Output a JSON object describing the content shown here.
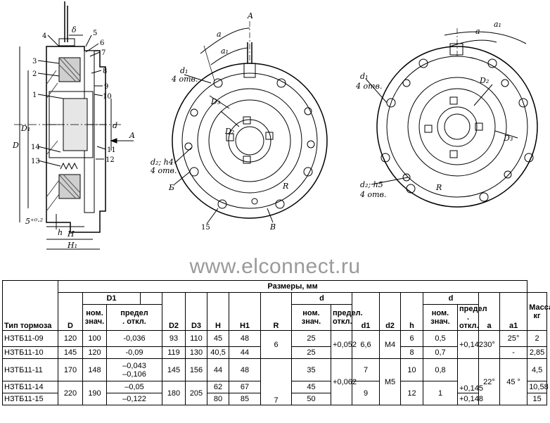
{
  "drawing": {
    "section_labels": {
      "numbers": [
        "1",
        "2",
        "3",
        "4",
        "5",
        "6",
        "7",
        "8",
        "9",
        "10",
        "11",
        "12",
        "13",
        "14"
      ],
      "delta": "δ",
      "D": "D",
      "D1": "D₁",
      "d": "d",
      "A": "A",
      "h": "h",
      "H": "H",
      "H1": "H₁",
      "gap": "5⁺⁰·²"
    },
    "view_a": {
      "A": "A",
      "a": "a",
      "a1": "a₁",
      "d1": "d₁",
      "d1_count": "4 отв.",
      "D2": "D₂",
      "D3": "D₃",
      "d2": "d₂; h4",
      "d2_count": "4 отв.",
      "B": "Б",
      "V": "В",
      "R": "R",
      "n15": "15"
    },
    "view_b": {
      "a": "a",
      "a1": "a₁",
      "d1": "d₁",
      "d1_count": "4 отв.",
      "D2": "D₂",
      "D3": "D₃",
      "d2": "d₂; h5",
      "d2_count": "4 отв.",
      "R": "R"
    }
  },
  "watermark": "www.elconnect.ru",
  "table": {
    "h_type": "Тип тормоза",
    "h_sizes": "Размеры, мм",
    "h_D": "D",
    "h_D1": "D1",
    "h_nom": [
      "ном.",
      "знач."
    ],
    "h_tol": [
      "предел",
      ". откл."
    ],
    "h_D2": "D2",
    "h_D3": "D3",
    "h_H": "H",
    "h_H1": "H1",
    "h_R": "R",
    "h_d": "d",
    "h_nom_d": [
      "ном.",
      "знач."
    ],
    "h_tol_d": [
      "предел.",
      "откл."
    ],
    "h_d1": "d1",
    "h_d2": "d2",
    "h_h": "h",
    "h_d_right": "d",
    "h_nom_r": [
      "ном.",
      "знач."
    ],
    "h_tol_r": [
      "предел",
      ". откл."
    ],
    "h_a": "a",
    "h_a1": "a1",
    "h_mass": [
      "Масса,",
      "кг"
    ],
    "rows": {
      "r1": {
        "type": "НЗТБ11-09",
        "D": "120",
        "D1": "100",
        "D1tol": "-0,036",
        "D2": "93",
        "D3": "110",
        "H": "45",
        "H1": "48",
        "d": "25",
        "d1": "6,6",
        "h": "6",
        "dr": "0,5",
        "mass": "2"
      },
      "r2": {
        "type": "НЗТБ11-10",
        "D": "145",
        "D1": "120",
        "D1tol": "-0,09",
        "D2": "119",
        "D3": "130",
        "H": "40,5",
        "H1": "44",
        "d": "25",
        "h": "8",
        "dr": "0,7",
        "a1": "-",
        "mass": "2,85"
      },
      "r3": {
        "type": "НЗТБ11-11",
        "D": "170",
        "D1": "148",
        "D1tol_a": "–0,043",
        "D1tol_b": "–0,106",
        "D2": "145",
        "D3": "156",
        "H": "44",
        "H1": "48",
        "d": "35",
        "d1": "7",
        "h": "10",
        "dr": "0,8",
        "mass": "4,5"
      },
      "r4": {
        "type": "НЗТБ11-14",
        "D1tol": "–0,05",
        "H": "62",
        "H1": "67",
        "d": "45",
        "mass": "10,58"
      },
      "r5": {
        "type": "НЗТБ11-15",
        "D1tol": "–0,122",
        "H": "80",
        "H1": "85",
        "d": "50",
        "mass": "15"
      }
    },
    "merged": {
      "R_top": "6",
      "R_bottom": "7",
      "dtol_top": "+0,052",
      "dtol_bottom": "+0,062",
      "M4": "M4",
      "M5": "M5",
      "drtol_top": "+0,142",
      "drtol_mid": "+0,145",
      "drtol_bottom": "+0,148",
      "a_top": "30°",
      "a_bottom": "22°",
      "a1_top": "25°",
      "a1_bottom": "45 °",
      "D_bottom": "220",
      "D1_bottom": "190",
      "D2_bottom": "180",
      "D3_bottom": "205",
      "d1_bottom": "9",
      "h_bottom": "12",
      "dr_bottom": "1"
    }
  }
}
